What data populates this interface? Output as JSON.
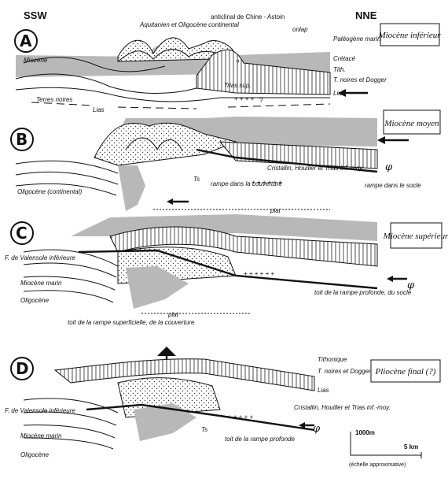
{
  "header": {
    "left": "SSW",
    "right": "NNE"
  },
  "panels": [
    {
      "letter": "A",
      "age": "Miocène inférieur",
      "labels": {
        "aquitanien": "Aquitanien et Oligocène continental",
        "anticlinal": "anticlinal de Chine - Astoin",
        "onlap": "onlap",
        "paleogene": "Paléogène marin",
        "cretace": "Crétacé",
        "tith": "Tith.",
        "tnoires": "T. noires et Dogger",
        "lias_r": "Lias",
        "miocene": "Miocène",
        "terres": "Terres noires",
        "lias_l": "Lias",
        "trias": "Trias sup.",
        "q1": "?",
        "q2": "?"
      }
    },
    {
      "letter": "B",
      "age": "Miocène moyen",
      "labels": {
        "oligocene": "Oligocène (continental)",
        "ts": "Ts",
        "rampe_cov": "rampe dans la couverture",
        "cristallin": "Cristallin, Houiller et Trias inf.-moy.",
        "rampe_socle": "rampe dans le socle",
        "plat": "plat",
        "phi": "φ"
      }
    },
    {
      "letter": "C",
      "age": "Miocène supérieur",
      "labels": {
        "valensole": "F. de Valensole inférieure",
        "miocene_marin": "Miocène marin",
        "oligocene": "Oligocène",
        "toit_sup": "toit de la rampe superficielle, de la couverture",
        "plat": "plat",
        "toit_prof": "toit de la rampe profonde, du socle",
        "phi": "φ"
      }
    },
    {
      "letter": "D",
      "age": "Pliocène final (?)",
      "labels": {
        "tithonique": "Tithonique",
        "tnoires": "T. noires et Dogger",
        "lias": "Lias",
        "valensole": "F. de Valensole inférieure",
        "miocene_marin": "Miocène marin",
        "oligocene": "Oligocène",
        "cristallin": "Cristallin, Houiller et Trias inf.-moy.",
        "ts": "Ts",
        "toit_prof": "toit de la rampe profonde",
        "phi": "φ"
      }
    }
  ],
  "scale": {
    "vertical": "1000m",
    "horizontal": "5 km",
    "note": "(échelle approximative)"
  }
}
